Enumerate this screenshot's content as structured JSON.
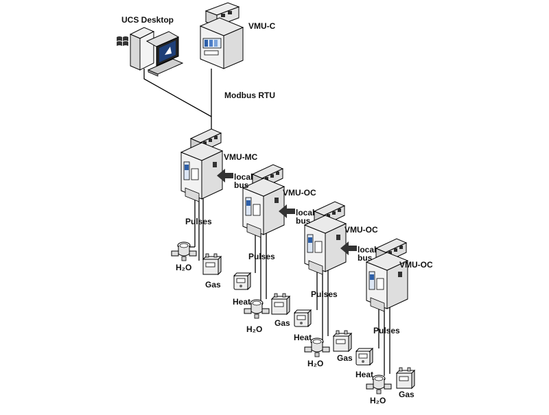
{
  "labels": {
    "desktop": "UCS Desktop",
    "vmuc": "VMU-C",
    "modbus": "Modbus RTU",
    "vmumc": "VMU-MC",
    "local_bus_a": "local",
    "local_bus_b": "bus",
    "vmuoc": "VMU-OC",
    "pulses": "Pulses",
    "gas": "Gas",
    "heat": "Heat",
    "water": "H₂O"
  },
  "icons": {
    "desktop": "desktop-computer-icon",
    "windows": "windows-logo-icon",
    "controller": "din-rail-controller-icon",
    "module": "din-rail-module-icon",
    "water_meter": "water-meter-icon",
    "gas_meter": "gas-meter-icon",
    "heat_meter": "heat-meter-icon",
    "arrow": "bus-arrow-icon"
  },
  "colors": {
    "line": "#000000",
    "device_body": "#f2f2f2",
    "device_shade": "#cfcfcf",
    "terminal": "#2b2b2b",
    "accent_blue": "#2d5fa8",
    "arrow": "#333333"
  }
}
